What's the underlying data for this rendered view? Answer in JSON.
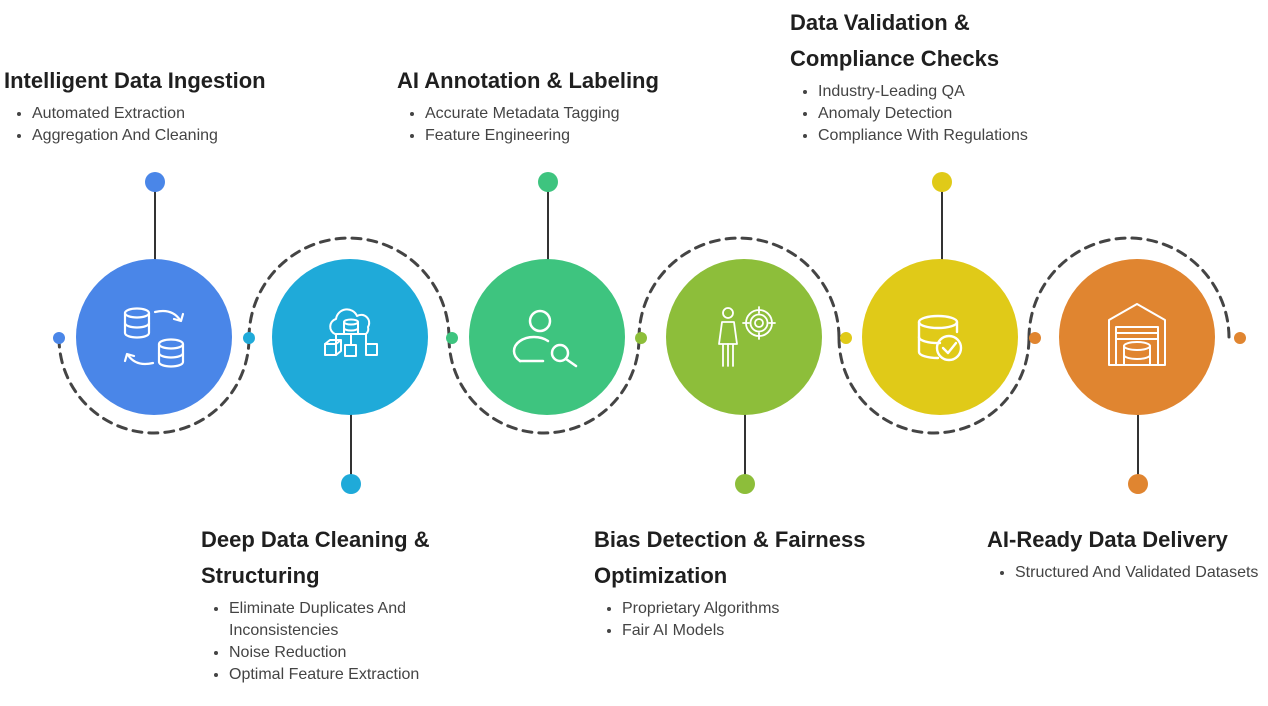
{
  "stages": [
    {
      "title": "Intelligent Data Ingestion",
      "bullets": [
        "Automated Extraction",
        "Aggregation And Cleaning"
      ],
      "color": "#4A86E8",
      "icon": "database-sync-icon"
    },
    {
      "title": "Deep Data Cleaning & Structuring",
      "bullets": [
        "Eliminate Duplicates And Inconsistencies",
        "Noise Reduction",
        "Optimal Feature Extraction"
      ],
      "color": "#1FAAD9",
      "icon": "cloud-database-network-icon"
    },
    {
      "title": "AI Annotation & Labeling",
      "bullets": [
        "Accurate Metadata Tagging",
        "Feature Engineering"
      ],
      "color": "#3EC47F",
      "icon": "user-search-icon"
    },
    {
      "title": "Bias Detection & Fairness Optimization",
      "bullets": [
        "Proprietary Algorithms",
        "Fair AI Models"
      ],
      "color": "#8DBE3A",
      "icon": "person-target-icon"
    },
    {
      "title": "Data Validation & Compliance Checks",
      "bullets": [
        "Industry-Leading QA",
        "Anomaly Detection",
        "Compliance With Regulations"
      ],
      "color": "#E0CA18",
      "icon": "database-check-icon"
    },
    {
      "title": "AI-Ready Data Delivery",
      "bullets": [
        "Structured And Validated Datasets"
      ],
      "color": "#E08530",
      "icon": "data-warehouse-icon"
    }
  ]
}
